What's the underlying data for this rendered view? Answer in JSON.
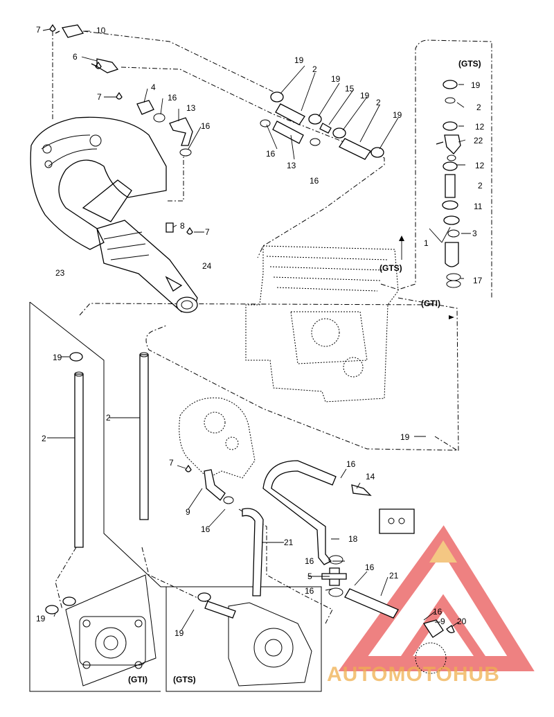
{
  "callouts": {
    "c1": "1",
    "c2a": "2",
    "c2b": "2",
    "c2c": "2",
    "c2d": "2",
    "c2e": "2",
    "c3": "3",
    "c4": "4",
    "c5": "5",
    "c6": "6",
    "c7a": "7",
    "c7b": "7",
    "c7c": "7",
    "c7d": "7",
    "c8": "8",
    "c9a": "9",
    "c9b": "9",
    "c10": "10",
    "c11": "11",
    "c12a": "12",
    "c12b": "12",
    "c13a": "13",
    "c13b": "13",
    "c14": "14",
    "c15": "15",
    "c16a": "16",
    "c16b": "16",
    "c16c": "16",
    "c16d": "16",
    "c16e": "16",
    "c16f": "16",
    "c16g": "16",
    "c16h": "16",
    "c16i": "16",
    "c17": "17",
    "c18": "18",
    "c19a": "19",
    "c19b": "19",
    "c19c": "19",
    "c19d": "19",
    "c19e": "19",
    "c19f": "19",
    "c19g": "19",
    "c19h": "19",
    "c20": "20",
    "c21a": "21",
    "c21b": "21",
    "c22": "22",
    "c23": "23",
    "c24": "24"
  },
  "labels": {
    "gts_top": "(GTS)",
    "gts_arrow": "(GTS)",
    "gti_arrow": "(GTI)",
    "gti_box": "(GTI)",
    "gts_box": "(GTS)"
  },
  "watermark": {
    "text": "AUTOMOTOHUB",
    "color": "#e84c4c",
    "accent": "#f0b050",
    "gray": "#777777"
  }
}
